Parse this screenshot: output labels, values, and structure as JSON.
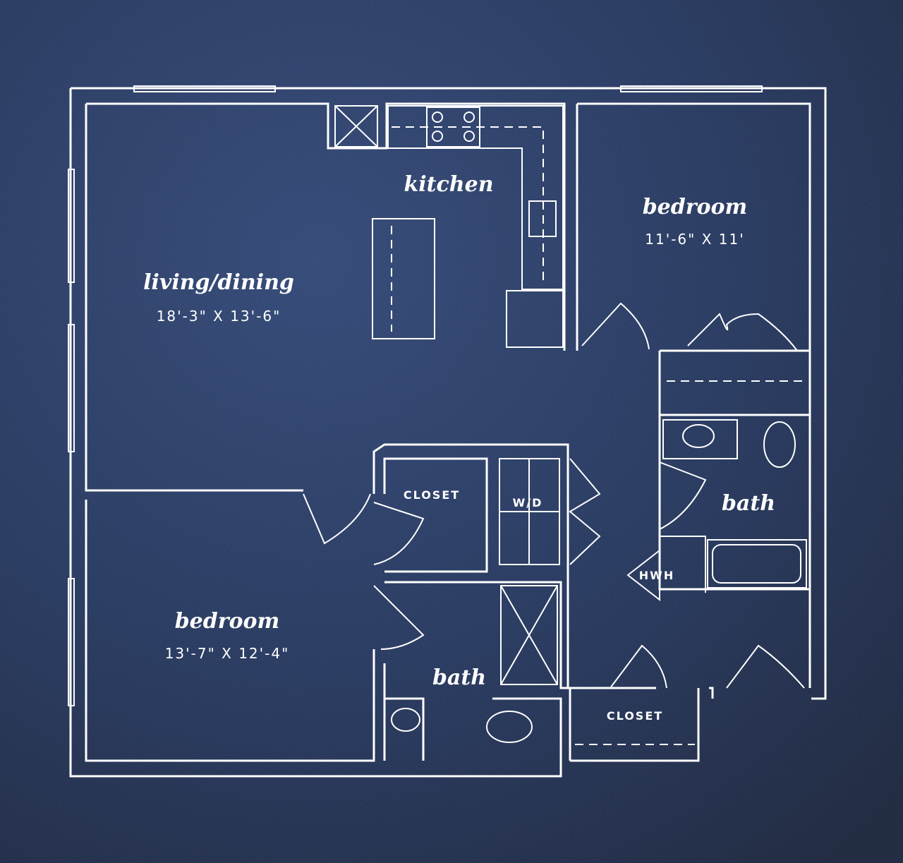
{
  "colors": {
    "background": "#1c2a4a",
    "line": "#ffffff"
  },
  "rooms": {
    "kitchen": {
      "name": "kitchen"
    },
    "living": {
      "name": "living/dining",
      "size": "18'-3\" X 13'-6\""
    },
    "bedroom_1": {
      "name": "bedroom",
      "size": "11'-6\" X 11'"
    },
    "bedroom_2": {
      "name": "bedroom",
      "size": "13'-7\" X 12'-4\""
    },
    "bath_1": {
      "name": "bath"
    },
    "bath_2": {
      "name": "bath"
    }
  },
  "labels": {
    "closet_1": "CLOSET",
    "closet_2": "CLOSET",
    "wd": "W/D",
    "hwh": "HWH"
  }
}
